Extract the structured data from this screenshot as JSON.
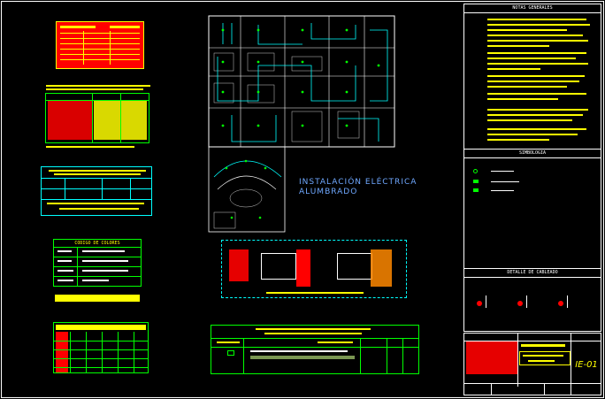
{
  "main_title": {
    "line1": "INSTALACIÓN ELÉCTRICA",
    "line2": "ALUMBRADO"
  },
  "notes_panel": {
    "title": "NOTAS GENERALES"
  },
  "symbols_panel": {
    "title": "SIMBOLOGIA"
  },
  "cable_detail_panel": {
    "title": "DETALLE DE CABLEADO"
  },
  "color_code_table": {
    "title": "CODIGO DE COLORES"
  },
  "drawing_number": "IE-01",
  "colors": {
    "background": "#000000",
    "frame": "#ffffff",
    "highlight": "#ffff00",
    "alert": "#ff0000",
    "circuit": "#00ffff",
    "table": "#00ff00",
    "title_text": "#6fa8ff",
    "plan_walls": "#ffffff"
  }
}
